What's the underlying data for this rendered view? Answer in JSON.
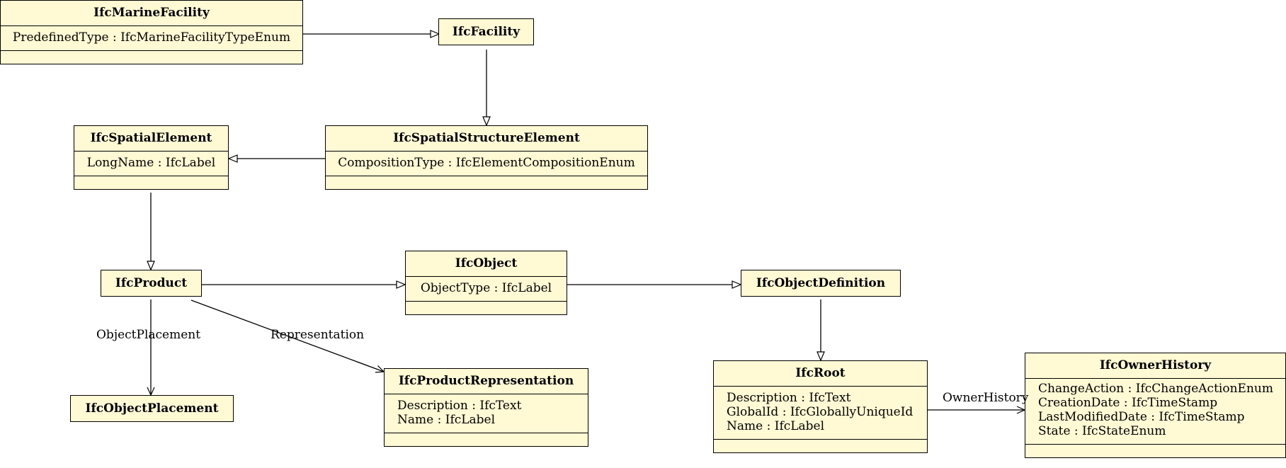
{
  "classes": {
    "marine_facility": {
      "name": "IfcMarineFacility",
      "attributes": [
        "PredefinedType : IfcMarineFacilityTypeEnum"
      ]
    },
    "facility": {
      "name": "IfcFacility"
    },
    "spatial_element": {
      "name": "IfcSpatialElement",
      "attributes": [
        "LongName : IfcLabel"
      ]
    },
    "spatial_structure_element": {
      "name": "IfcSpatialStructureElement",
      "attributes": [
        "CompositionType : IfcElementCompositionEnum"
      ]
    },
    "product": {
      "name": "IfcProduct"
    },
    "object": {
      "name": "IfcObject",
      "attributes": [
        "ObjectType : IfcLabel"
      ]
    },
    "object_definition": {
      "name": "IfcObjectDefinition"
    },
    "object_placement": {
      "name": "IfcObjectPlacement"
    },
    "product_representation": {
      "name": "IfcProductRepresentation",
      "attributes": [
        "Description : IfcText",
        "Name : IfcLabel"
      ]
    },
    "root": {
      "name": "IfcRoot",
      "attributes": [
        "Description : IfcText",
        "GlobalId : IfcGloballyUniqueId",
        "Name : IfcLabel"
      ]
    },
    "owner_history": {
      "name": "IfcOwnerHistory",
      "attributes": [
        "ChangeAction : IfcChangeActionEnum",
        "CreationDate : IfcTimeStamp",
        "LastModifiedDate : IfcTimeStamp",
        "State : IfcStateEnum"
      ]
    }
  },
  "edge_labels": {
    "object_placement": "ObjectPlacement",
    "representation": "Representation",
    "owner_history": "OwnerHistory"
  },
  "colors": {
    "class_fill": "#fff9d4",
    "stroke": "#000000"
  }
}
